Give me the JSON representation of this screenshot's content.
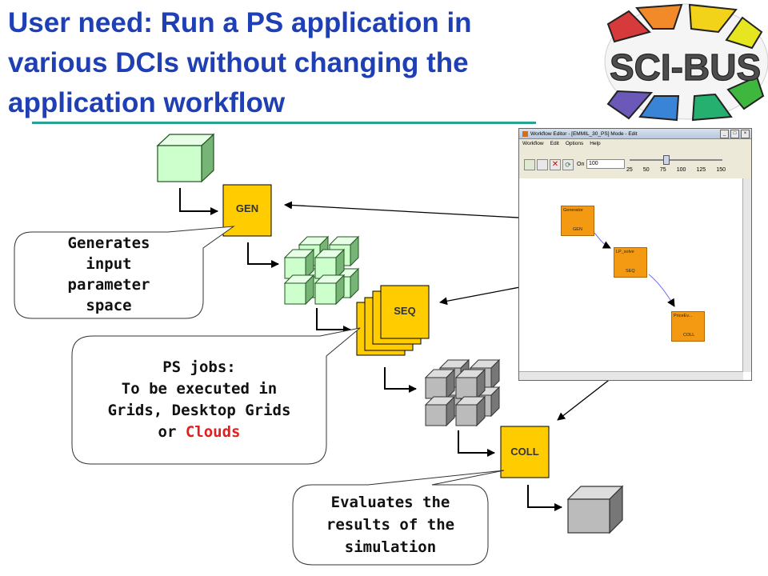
{
  "title": {
    "line1": "User need: Run a PS application in",
    "line2": "various DCIs without changing the",
    "line3": "application workflow"
  },
  "logo": {
    "text": "SCI-BUS"
  },
  "boxes": {
    "gen": "GEN",
    "seq": "SEQ",
    "coll": "COLL"
  },
  "bubbles": {
    "generates": [
      "Generates",
      "input",
      "parameter",
      "space"
    ],
    "psjobs": {
      "line1": "PS jobs:",
      "line2": "To be executed in",
      "line3": "Grids, Desktop Grids",
      "line4_prefix": "or ",
      "line4_highlight": "Clouds"
    },
    "evaluates": [
      "Evaluates the",
      "results of the",
      "simulation"
    ]
  },
  "workflow_editor": {
    "window_title": "Workflow Editor - [EMMIL_30_PS] Mode - Edit",
    "menu": [
      "Workflow",
      "Edit",
      "Options",
      "Help"
    ],
    "on_label": "On",
    "zoom_value": "100",
    "slider_ticks": [
      "25",
      "50",
      "75",
      "100",
      "125",
      "150"
    ],
    "slider_value_percent": 38,
    "nodes": [
      {
        "name": "Generator",
        "type": "GEN"
      },
      {
        "name": "LP_solve",
        "type": "SEQ"
      },
      {
        "name": "PriceEv...",
        "type": "COLL"
      }
    ]
  },
  "colors": {
    "title": "#1f3fb4",
    "job_box": "#ffcc00",
    "input_cube": "#ccffcc",
    "output_cube": "#bbbbbb",
    "clouds": "#e02020",
    "rule": "#2aa192"
  }
}
